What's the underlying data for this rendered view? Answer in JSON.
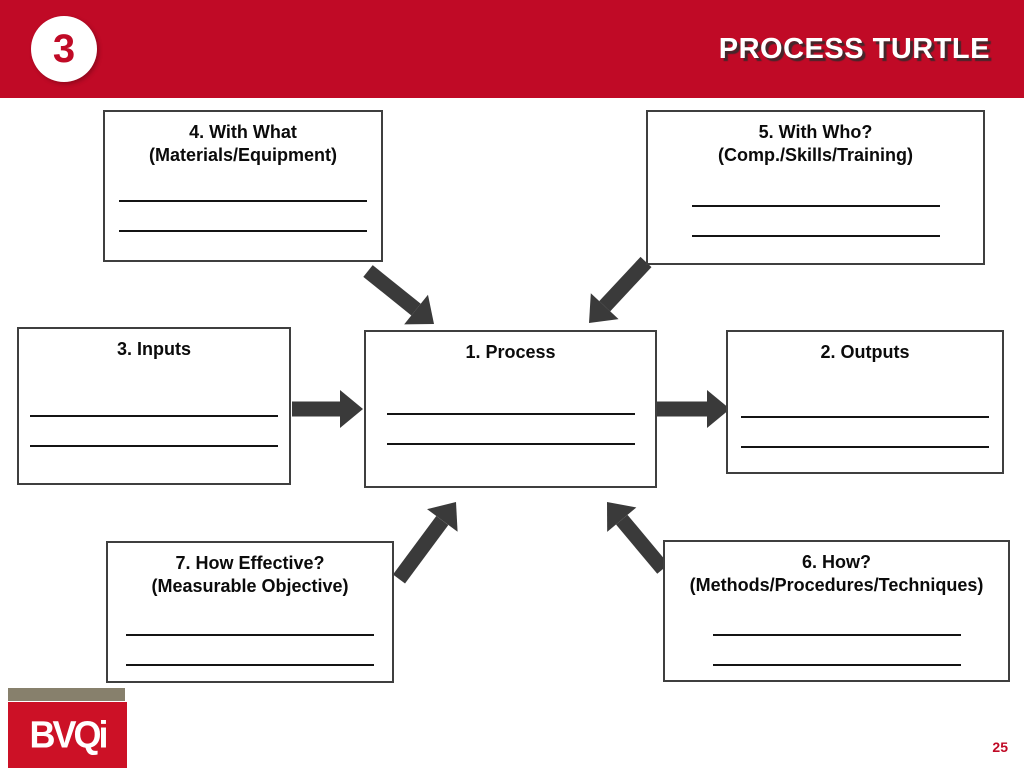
{
  "slide": {
    "step_badge": "3",
    "title": "PROCESS TURTLE",
    "page_number": "25"
  },
  "colors": {
    "banner_red": "#c00a26",
    "arrow_gray": "#3a3a3a",
    "logo_olive": "#87806c",
    "logo_red": "#cc1126"
  },
  "boxes": {
    "process": {
      "title": "1. Process"
    },
    "outputs": {
      "title": "2. Outputs"
    },
    "inputs": {
      "title": "3. Inputs"
    },
    "with_what": {
      "title": "4. With What",
      "subtitle": "(Materials/Equipment)"
    },
    "with_who": {
      "title": "5. With Who?",
      "subtitle": "(Comp./Skills/Training)"
    },
    "how": {
      "title": "6. How?",
      "subtitle": "(Methods/Procedures/Techniques)"
    },
    "how_effective": {
      "title": "7. How Effective?",
      "subtitle": "(Measurable Objective)"
    }
  },
  "logo": {
    "text": "BVQi"
  }
}
